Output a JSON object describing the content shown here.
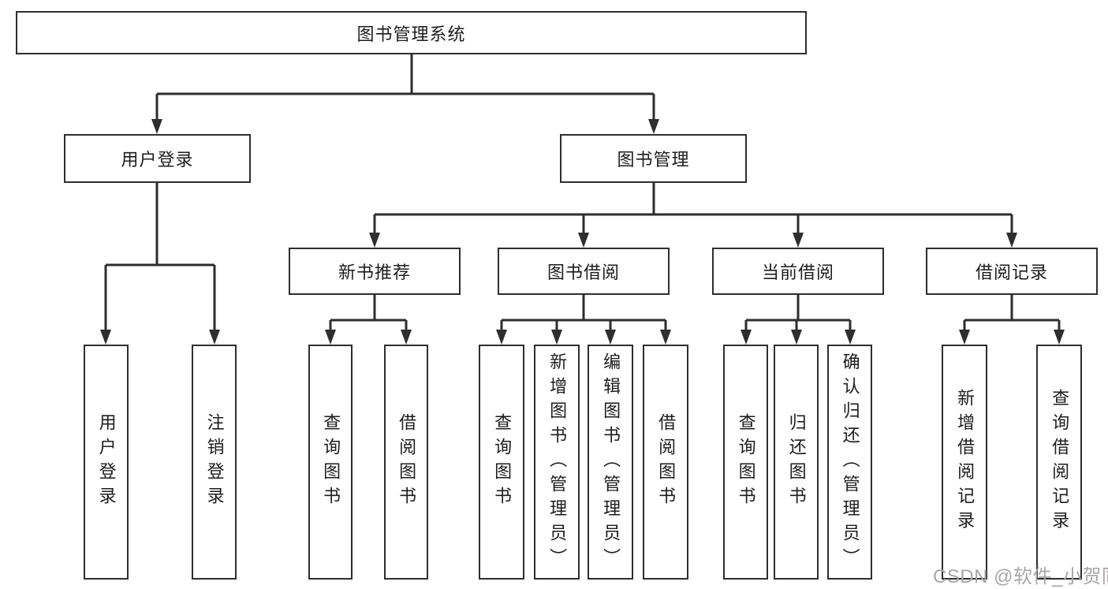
{
  "tree": {
    "root": "图书管理系统",
    "branches": [
      {
        "label": "用户登录",
        "children": [
          {
            "label": "用户登录"
          },
          {
            "label": "注销登录"
          }
        ]
      },
      {
        "label": "图书管理",
        "children": [
          {
            "label": "新书推荐",
            "children": [
              {
                "label": "查询图书"
              },
              {
                "label": "借阅图书"
              }
            ]
          },
          {
            "label": "图书借阅",
            "children": [
              {
                "label": "查询图书"
              },
              {
                "label": "新增图书（管理员）"
              },
              {
                "label": "编辑图书（管理员）"
              },
              {
                "label": "借阅图书"
              }
            ]
          },
          {
            "label": "当前借阅",
            "children": [
              {
                "label": "查询图书"
              },
              {
                "label": "归还图书"
              },
              {
                "label": "确认归还（管理员）"
              }
            ]
          },
          {
            "label": "借阅记录",
            "children": [
              {
                "label": "新增借阅记录"
              },
              {
                "label": "查询借阅记录"
              }
            ]
          }
        ]
      }
    ]
  },
  "watermark": "CSDN @软件_小贺同学",
  "colors": {
    "line": "#2e2e2e",
    "text": "#1d1d1d",
    "box_background": "#ffffff",
    "background": "#ffffff",
    "watermark": "#aaa5a5"
  }
}
